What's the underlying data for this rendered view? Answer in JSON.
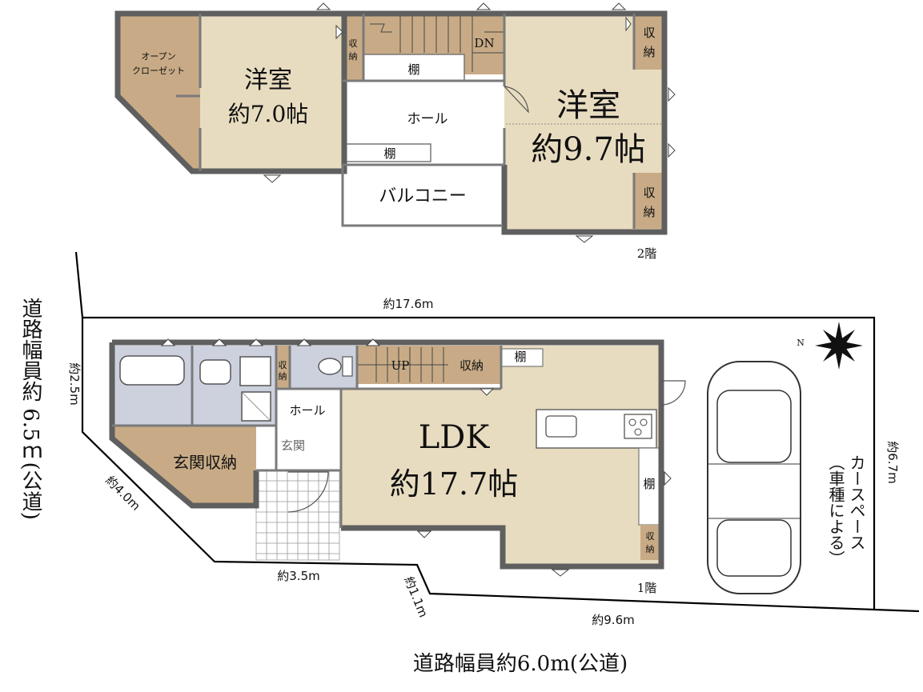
{
  "floor2": {
    "label": "2階",
    "rooms": {
      "open_closet": "オープン\nクローゼット",
      "western1_name": "洋室",
      "western1_size": "約7.0帖",
      "storage_a": "収\n納",
      "shelf_top": "棚",
      "shelf_hall": "棚",
      "hall": "ホール",
      "dn": "DN",
      "balcony": "バルコニー",
      "western2_name": "洋室",
      "western2_size": "約9.7帖",
      "storage_b": "収\n納",
      "storage_c": "収\n納"
    }
  },
  "floor1": {
    "label": "1階",
    "rooms": {
      "storage_small": "収\n納",
      "hall": "ホール",
      "up": "UP",
      "storage_stair": "収納",
      "shelf_ldk": "棚",
      "genkan_storage": "玄関収納",
      "entrance": "玄関",
      "ldk_name": "LDK",
      "ldk_size": "約17.7帖",
      "shelf_side": "棚",
      "storage_side": "収\n納"
    },
    "carspace": "カースペース\n（車種による）",
    "compass": "N"
  },
  "dimensions": {
    "top": "約17.6m",
    "left_upper": "約2.5m",
    "left_lower": "約4.0m",
    "bottom_left": "約3.5m",
    "bottom_step": "約1.1m",
    "bottom_right": "約9.6m",
    "right": "約6.7m"
  },
  "roads": {
    "left": "道路幅員約 6.5ｍ(公道)",
    "bottom": "道路幅員約6.0m(公道)"
  },
  "colors": {
    "room": "#e8dcc0",
    "storage": "#c8ab86",
    "wet": "#cdd1de",
    "wall": "#5f5f5f"
  }
}
